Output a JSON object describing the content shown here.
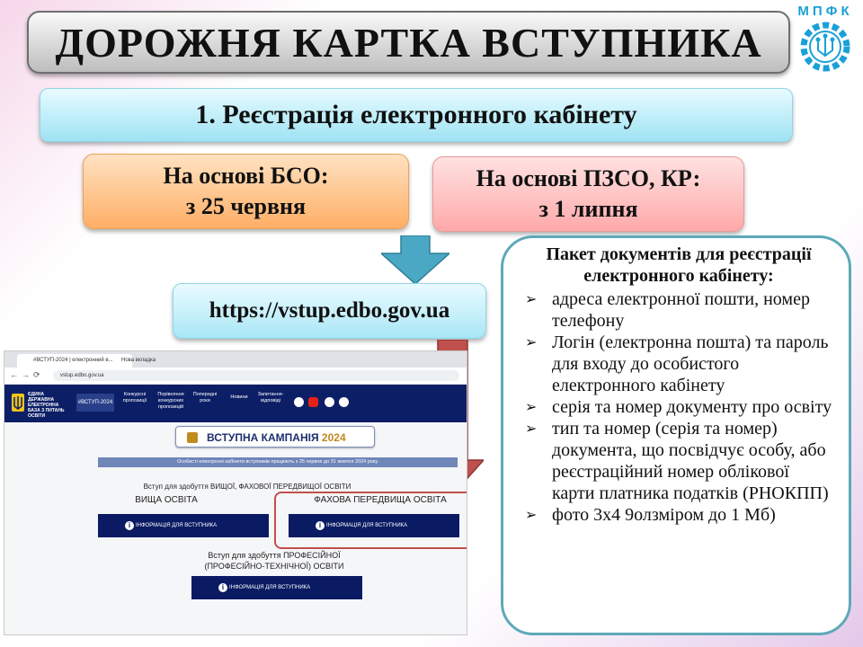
{
  "title": "ДОРОЖНЯ КАРТКА ВСТУПНИКА",
  "logo": {
    "text": "МПФК",
    "icon": "gear-circuit-icon",
    "color": "#1aa0d8"
  },
  "step": "1. Реєстрація електронного кабінету",
  "dates": {
    "bso": {
      "line1": "На основі БСО:",
      "line2": "з 25 червня"
    },
    "pzso": {
      "line1": "На основі ПЗСО, КР:",
      "line2": "з 1 липня"
    }
  },
  "url": "https://vstup.edbo.gov.ua",
  "docs": {
    "title": "Пакет документів для реєстрації електронного кабінету:",
    "items": [
      "адреса електронної пошти, номер телефону",
      "Логін (електронна пошта) та пароль для входу до особистого електронного кабінету",
      "серія та номер документу про освіту",
      "тип та номер (серія та номер) документа, що посвідчує особу, або реєстраційний номер облікової карти платника податків (РНОКПП)",
      "фото 3х4 9олзміром до 1 Мб)"
    ]
  },
  "browser": {
    "tab_active": "#ВСТУП-2024 | електронний в...",
    "tab_new": "Нова вкладка",
    "address": "vstup.edbo.gov.ua",
    "site": {
      "logo_text": "ЄДИНА ДЕРЖАВНА ЕЛЕКТРОННА БАЗА З ПИТАНЬ ОСВІТИ",
      "badge": "#ВСТУП-2024",
      "nav": [
        "Конкурсні пропозиції",
        "Порівняння конкурсних пропозицій",
        "Попередні роки",
        "Новини",
        "Запитання-відповіді"
      ],
      "campaign": "ВСТУПНА КАМПАНІЯ",
      "campaign_year": "2024",
      "notice": "Особисті електронні кабінети вступників працюють з 25 червня до 31 жовтня 2024 року.",
      "higher_sub": "Вступ для здобуття ВИЩОЇ, ФАХОВОЇ ПЕРЕДВИЩОЇ ОСВІТИ",
      "higher": "ВИЩА ОСВІТА",
      "pre_higher": "ФАХОВА ПЕРЕДВИЩА ОСВІТА",
      "info_btn": "ІНФОРМАЦІЯ ДЛЯ ВСТУПНИКА",
      "vocational_line1": "Вступ для здобуття ПРОФЕСІЙНОЇ",
      "vocational_line2": "(ПРОФЕСІЙНО-ТЕХНІЧНОЇ) ОСВІТИ"
    }
  }
}
